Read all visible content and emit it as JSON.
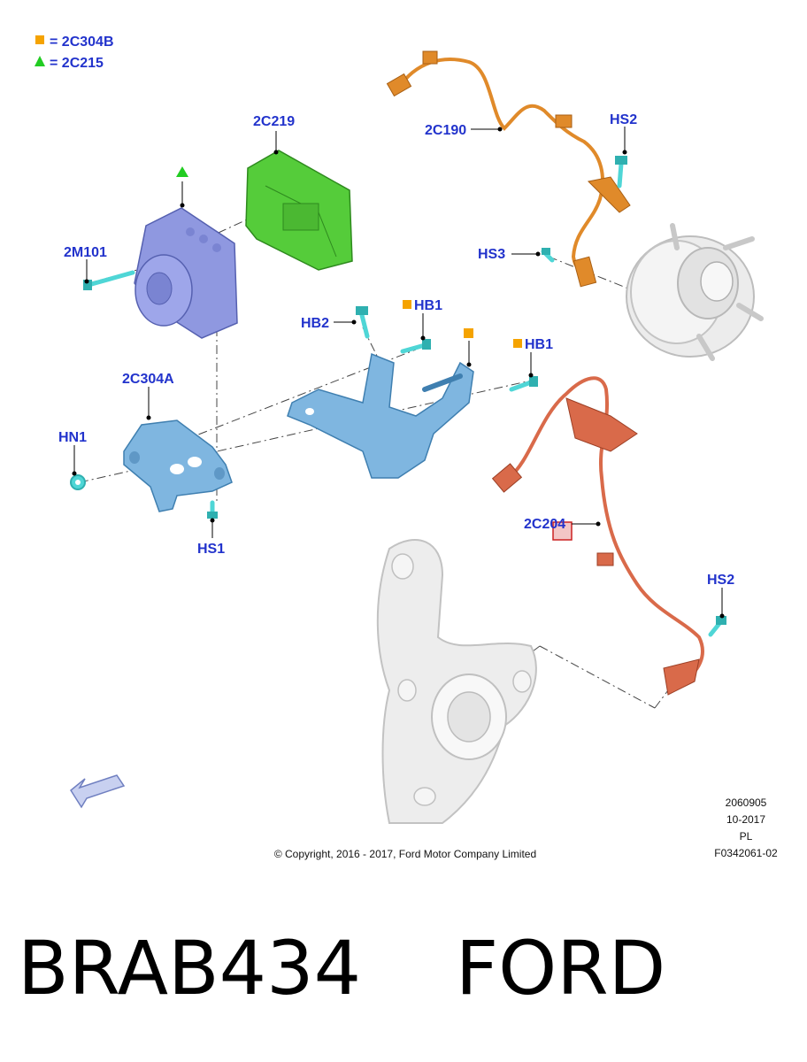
{
  "legend": {
    "square_label": "2C304B",
    "triangle_label": "2C215",
    "square_color": "#f5a300",
    "triangle_color": "#22cc22"
  },
  "callouts": {
    "c2C219": "2C219",
    "c2M101": "2M101",
    "c2C190": "2C190",
    "cHS2_top": "HS2",
    "cHS3": "HS3",
    "cHB2": "HB2",
    "cHB1_a": "HB1",
    "cHB1_b": "HB1",
    "c2C304A": "2C304A",
    "cHN1": "HN1",
    "cHS1": "HS1",
    "c2C204": "2C204",
    "cHS2_bottom": "HS2"
  },
  "stamp": {
    "number": "2060905",
    "date": "10-2017",
    "lang": "PL",
    "figure": "F0342061-02"
  },
  "copyright": "© Copyright, 2016 - 2017, Ford Motor Company Limited",
  "footer_code": "BRAB434    FORD",
  "colors": {
    "callout": "#2233cc",
    "abs_unit": "#8f98e0",
    "module": "#55cc3a",
    "sensor_front": "#e08a2a",
    "sensor_rear": "#d96a4a",
    "bracket": "#7fb6e0",
    "fastener": "#4fd6d6",
    "hub": "#e6e6e6"
  }
}
